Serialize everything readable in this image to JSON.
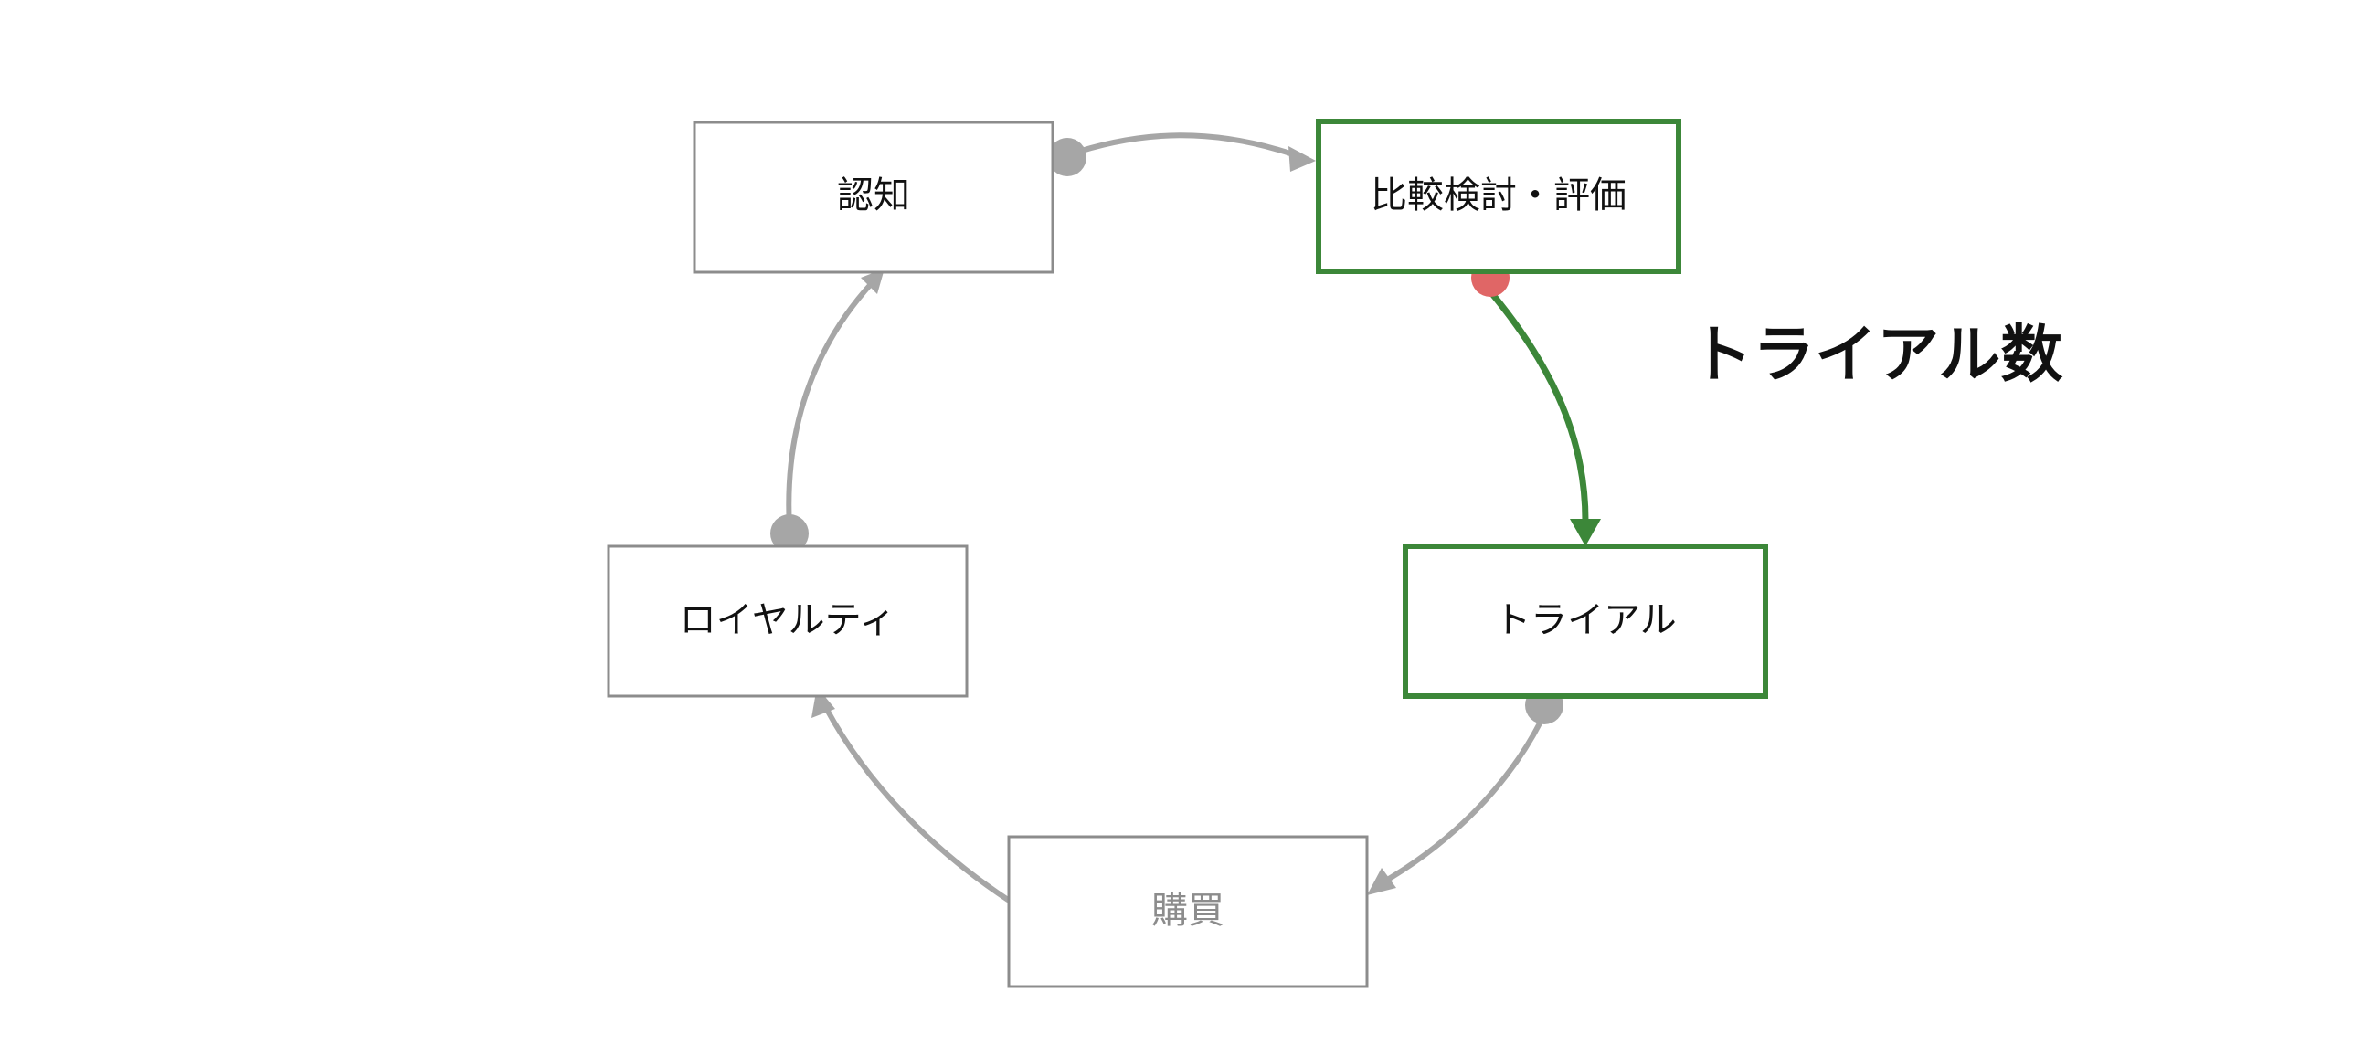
{
  "colors": {
    "default_stroke": "#a6a6a6",
    "highlight_stroke": "#3c8739",
    "highlight_dot": "#e06666",
    "default_dot": "#a6a6a6",
    "text": "#111111",
    "muted_text": "#8c8c8c"
  },
  "nodes": {
    "awareness": {
      "label": "認知",
      "highlighted": false,
      "muted": false
    },
    "evaluation": {
      "label": "比較検討・評価",
      "highlighted": true,
      "muted": false
    },
    "trial": {
      "label": "トライアル",
      "highlighted": true,
      "muted": false
    },
    "purchase": {
      "label": "購買",
      "highlighted": false,
      "muted": true
    },
    "loyalty": {
      "label": "ロイヤルティ",
      "highlighted": false,
      "muted": false
    }
  },
  "edges": [
    {
      "from": "awareness",
      "to": "evaluation",
      "highlighted": false
    },
    {
      "from": "evaluation",
      "to": "trial",
      "highlighted": true
    },
    {
      "from": "trial",
      "to": "purchase",
      "highlighted": false
    },
    {
      "from": "purchase",
      "to": "loyalty",
      "highlighted": false
    },
    {
      "from": "loyalty",
      "to": "awareness",
      "highlighted": false
    }
  ],
  "metric": {
    "label": "トライアル数"
  }
}
